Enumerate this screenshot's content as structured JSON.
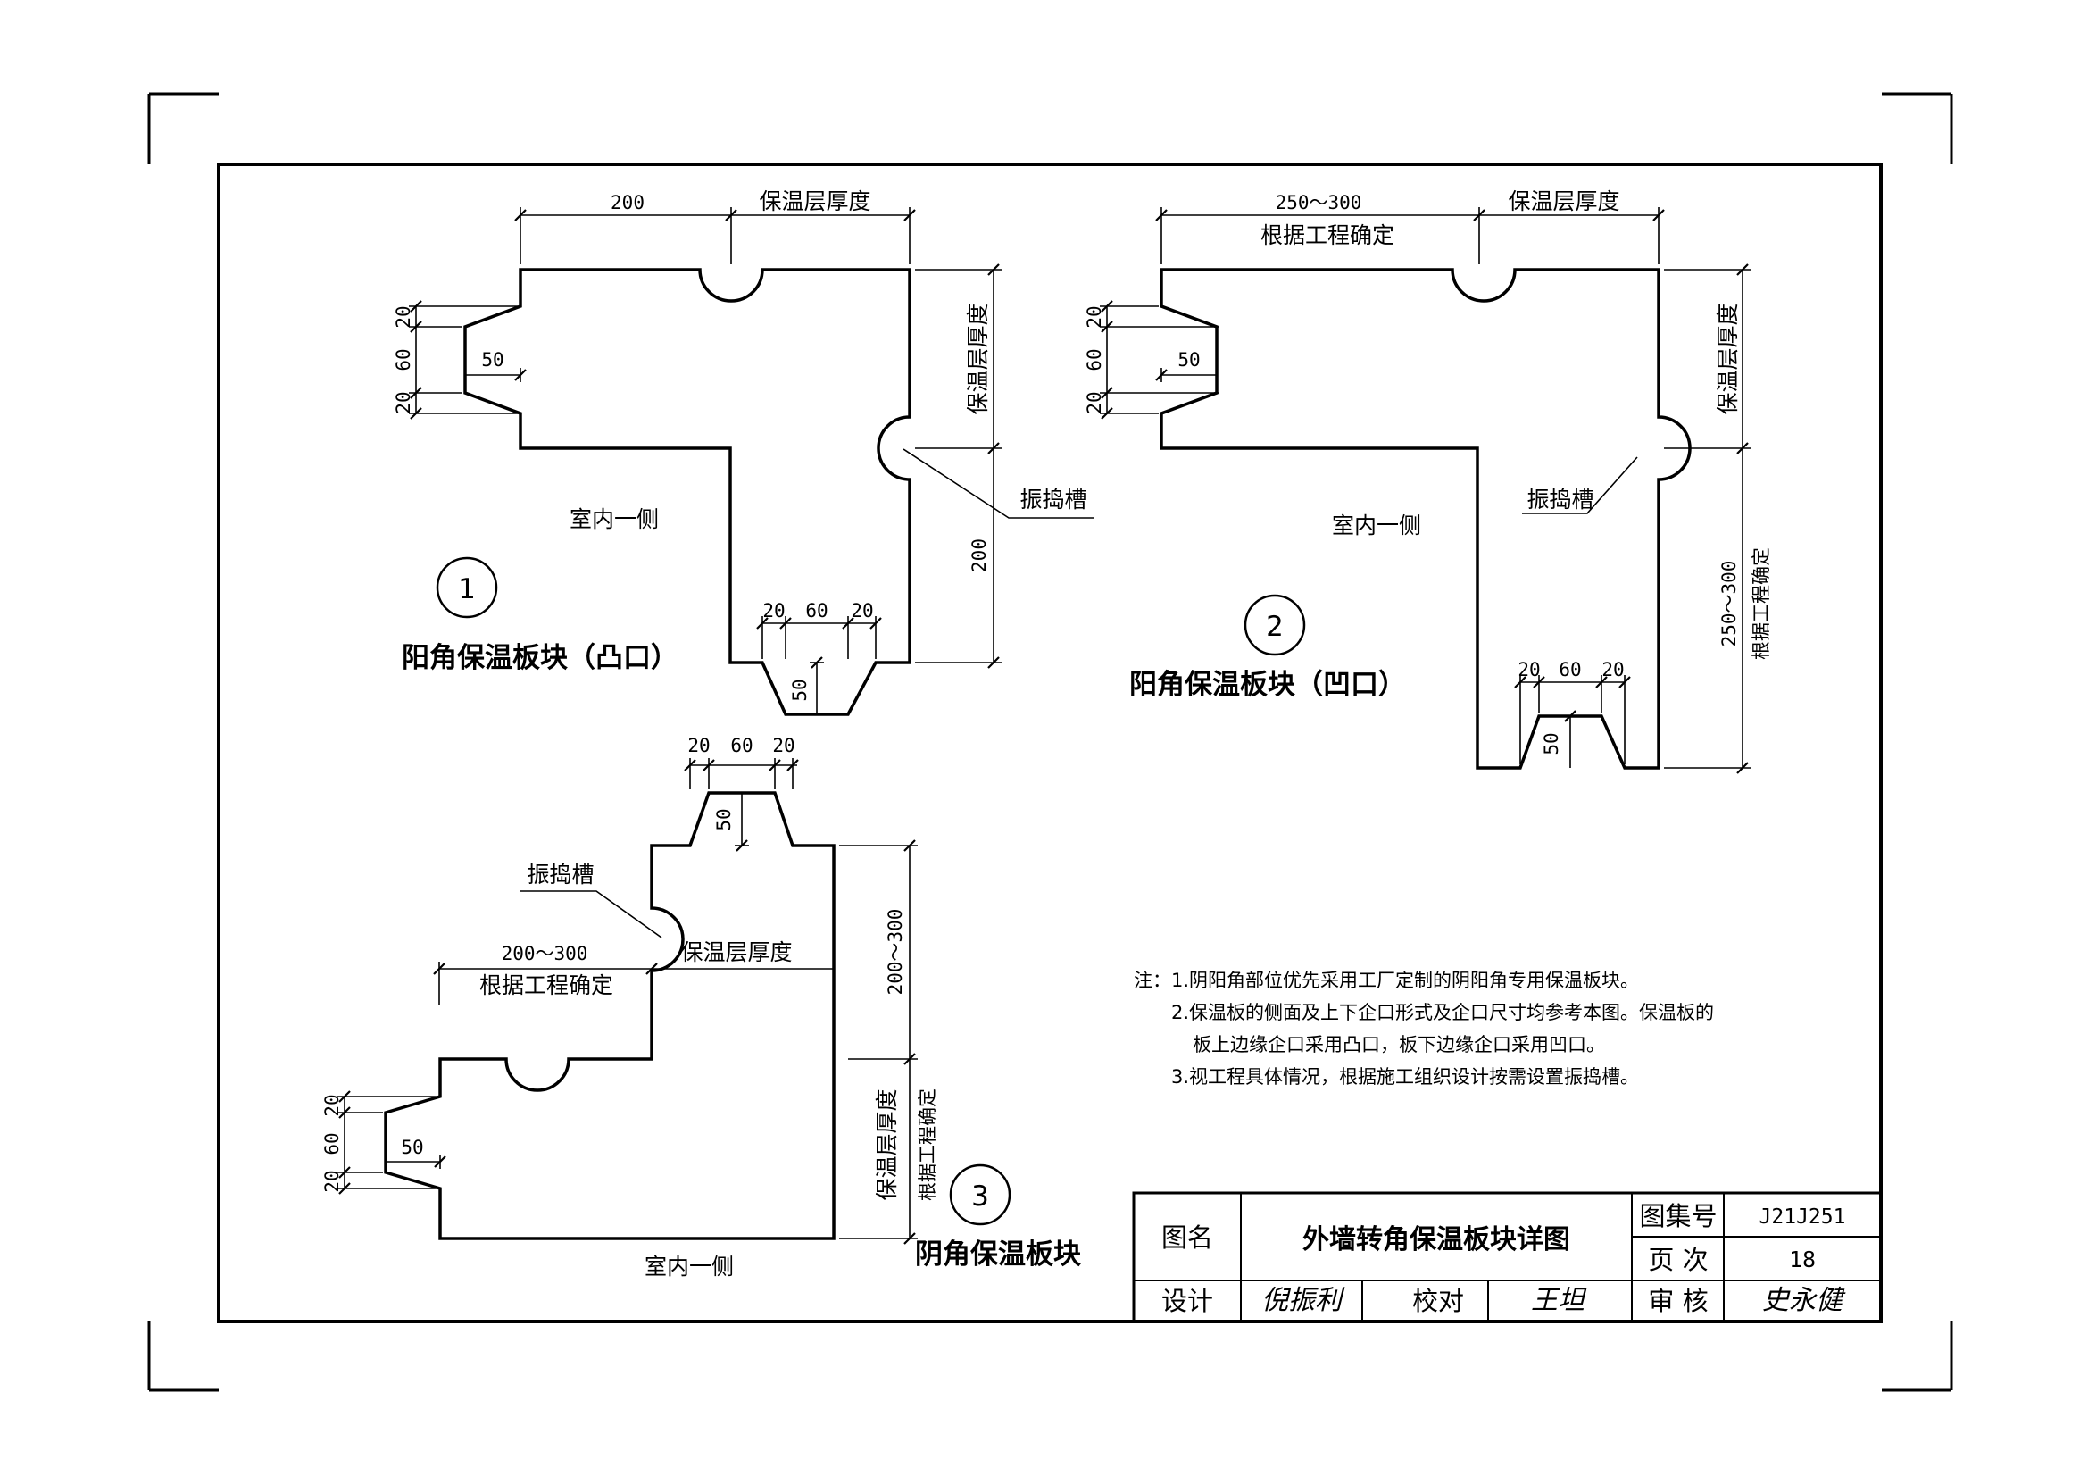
{
  "title_block": {
    "name_label": "图名",
    "drawing_title": "外墙转角保温板块详图",
    "atlas_label": "图集号",
    "atlas_number": "J21J251",
    "page_label": "页 次",
    "page_number": "18",
    "design_label": "设计",
    "check_label": "校对",
    "review_label": "审 核",
    "designer_signature": "倪振利",
    "checker_signature": "王坦",
    "reviewer_signature": "史永健"
  },
  "detail1": {
    "number": "1",
    "title": "阳角保温板块（凸口）",
    "indoor": "室内一侧",
    "groove": "振捣槽",
    "dim_top_a": "200",
    "dim_top_b": "保温层厚度",
    "dim_right_a": "保温层厚度",
    "dim_right_b": "200",
    "dim_left_1": "20",
    "dim_left_2": "60",
    "dim_left_3": "20",
    "dim_tongue_left": "50",
    "dim_bottom_1": "20",
    "dim_bottom_2": "60",
    "dim_bottom_3": "20",
    "dim_tongue_bottom": "50"
  },
  "detail2": {
    "number": "2",
    "title": "阳角保温板块（凹口）",
    "indoor": "室内一侧",
    "groove": "振捣槽",
    "dim_top_a": "250～300",
    "dim_top_a_note": "根据工程确定",
    "dim_top_b": "保温层厚度",
    "dim_right_a": "保温层厚度",
    "dim_right_b": "250～300",
    "dim_right_b_note": "根据工程确定",
    "dim_left_1": "20",
    "dim_left_2": "60",
    "dim_left_3": "20",
    "dim_groove_left": "50",
    "dim_bottom_1": "20",
    "dim_bottom_2": "60",
    "dim_bottom_3": "20",
    "dim_groove_bottom": "50"
  },
  "detail3": {
    "number": "3",
    "title": "阴角保温板块",
    "indoor": "室内一侧",
    "groove": "振捣槽",
    "dim_top_1": "20",
    "dim_top_2": "60",
    "dim_top_3": "20",
    "dim_tongue_top": "50",
    "dim_mid_a": "200～300",
    "dim_mid_a_note": "根据工程确定",
    "dim_mid_b": "保温层厚度",
    "dim_right_a": "200～300",
    "dim_right_b": "保温层厚度",
    "dim_right_b_note": "根据工程确定",
    "dim_left_1": "20",
    "dim_left_2": "60",
    "dim_left_3": "20",
    "dim_tongue_left": "50"
  },
  "notes": {
    "heading": "注：",
    "line1": "1.阴阳角部位优先采用工厂定制的阴阳角专用保温板块。",
    "line2": "2.保温板的侧面及上下企口形式及企口尺寸均参考本图。保温板的",
    "line3": "板上边缘企口采用凸口，板下边缘企口采用凹口。",
    "line4": "3.视工程具体情况，根据施工组织设计按需设置振捣槽。"
  }
}
